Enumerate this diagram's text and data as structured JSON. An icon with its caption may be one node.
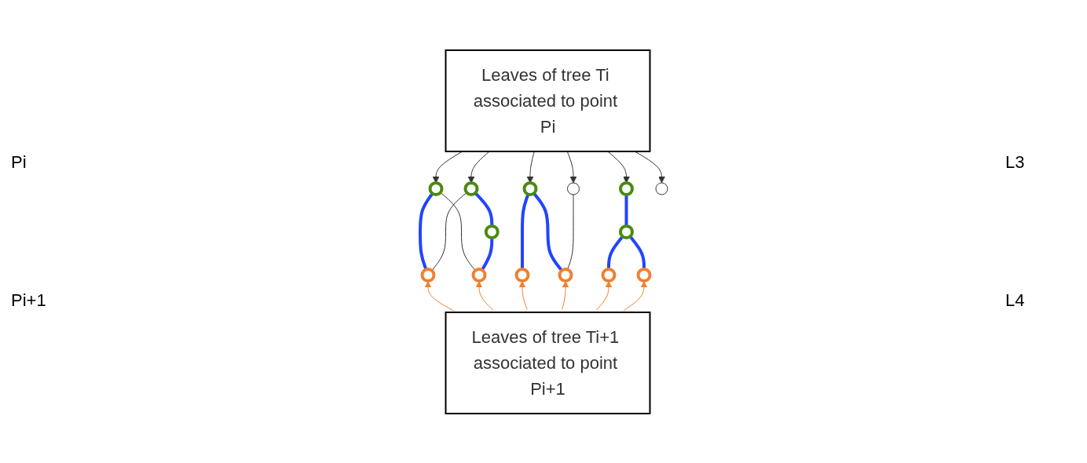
{
  "diagram": {
    "nodes": [
      {
        "text": [
          "Leaves of tree Ti associated to point Pi"
        ]
      },
      {
        "text": [],
        "shape": "ellipse"
      },
      {
        "text": [],
        "shape": "ellipse"
      },
      {
        "text": [],
        "shape": "ellipse"
      },
      {
        "text": [],
        "shape": "ellipse"
      },
      {
        "text": [],
        "shape": "ellipse"
      },
      {
        "text": [],
        "shape": "ellipse"
      },
      {
        "text": [],
        "shape": "ellipse"
      },
      {
        "text": [],
        "shape": "ellipse"
      },
      {
        "text": [],
        "shape": "ellipse"
      },
      {
        "text": [],
        "shape": "ellipse"
      },
      {
        "text": [],
        "shape": "ellipse"
      },
      {
        "text": [],
        "shape": "ellipse"
      },
      {
        "text": [],
        "shape": "ellipse"
      },
      {
        "text": [],
        "shape": "ellipse"
      },
      {
        "text": [
          "Leaves of tree Ti+1 associated to point Pi+1"
        ]
      }
    ],
    "edges": [
      {
        "from": 0,
        "to": 1,
        "arrow": "to"
      },
      {
        "from": 0,
        "to": 2,
        "arrow": "to"
      },
      {
        "from": 0,
        "to": 3,
        "arrow": "to"
      },
      {
        "from": 0,
        "to": 4,
        "arrow": "to"
      },
      {
        "from": 0,
        "to": 5,
        "arrow": "to"
      },
      {
        "from": 0,
        "to": 6,
        "arrow": "to"
      },
      {
        "from": 1,
        "to": 9,
        "arrow": "none",
        "style": "thick",
        "color": "#2244ff"
      },
      {
        "from": 1,
        "to": 10,
        "arrow": "none"
      },
      {
        "from": 2,
        "to": 9,
        "arrow": "none"
      },
      {
        "from": 2,
        "to": 7,
        "arrow": "none",
        "style": "thick",
        "color": "#2244ff"
      },
      {
        "from": 7,
        "to": 10,
        "arrow": "none",
        "style": "thick",
        "color": "#2244ff"
      },
      {
        "from": 3,
        "to": 11,
        "arrow": "none",
        "style": "thick",
        "color": "#2244ff"
      },
      {
        "from": 3,
        "to": 12,
        "arrow": "none",
        "style": "thick",
        "color": "#2244ff"
      },
      {
        "from": 4,
        "to": 12,
        "arrow": "none"
      },
      {
        "from": 5,
        "to": 8,
        "arrow": "none",
        "style": "thick",
        "color": "#2244ff"
      },
      {
        "from": 8,
        "to": 13,
        "arrow": "none",
        "style": "thick",
        "color": "#2244ff"
      },
      {
        "from": 8,
        "to": 14,
        "arrow": "none",
        "style": "thick",
        "color": "#2244ff"
      },
      {
        "from": 15,
        "to": 9,
        "arrow": "to",
        "color": "#f08030"
      },
      {
        "from": 15,
        "to": 10,
        "arrow": "to",
        "color": "#f08030"
      },
      {
        "from": 15,
        "to": 11,
        "arrow": "to",
        "color": "#f08030"
      },
      {
        "from": 15,
        "to": 12,
        "arrow": "to",
        "color": "#f08030"
      },
      {
        "from": 15,
        "to": 13,
        "arrow": "to",
        "color": "#f08030"
      },
      {
        "from": 15,
        "to": 14,
        "arrow": "to",
        "color": "#f08030"
      }
    ],
    "labels": [
      "Pi",
      "L3",
      "Pi+1",
      "L4"
    ]
  }
}
